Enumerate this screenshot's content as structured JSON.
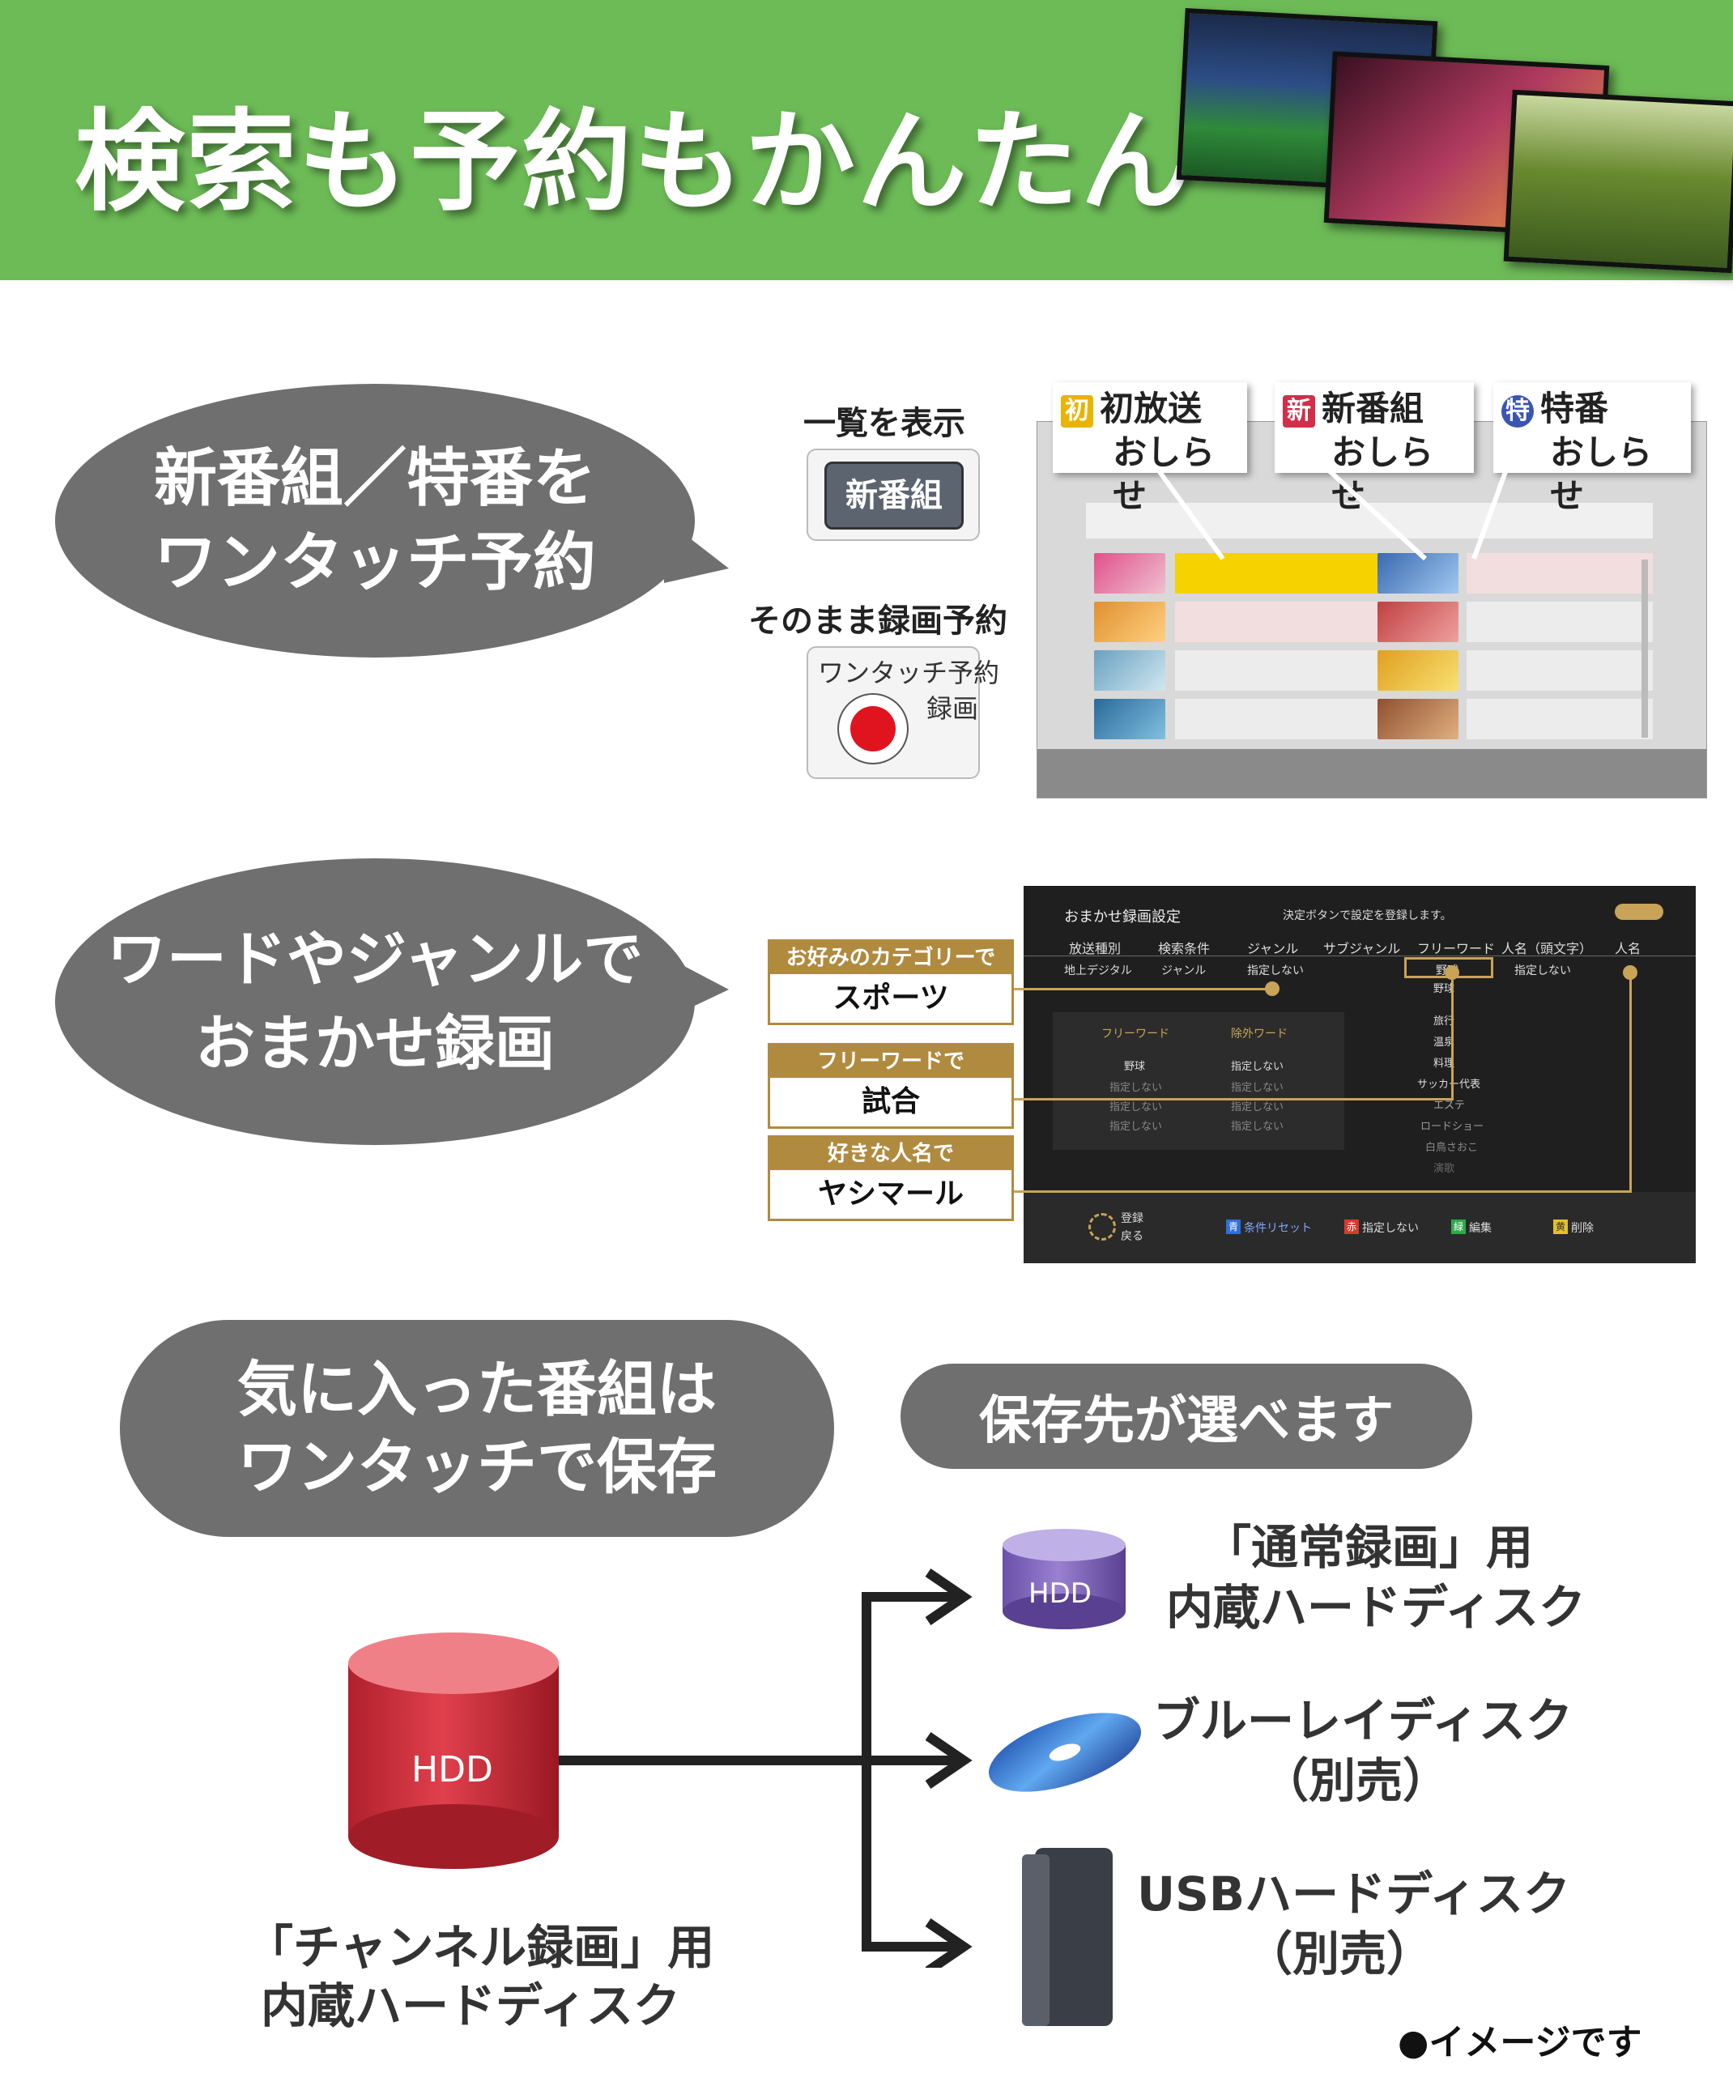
{
  "header": {
    "title": "検索も予約もかんたん"
  },
  "section1": {
    "bubble_line1": "新番組／特番を",
    "bubble_line2": "ワンタッチ予約",
    "list_label": "一覧を表示",
    "list_button": "新番組",
    "record_label": "そのまま録画予約",
    "record_button_line1": "ワンタッチ予約",
    "record_button_line2": "録画",
    "callouts": [
      {
        "mark": "初",
        "mark_color": "#e8b400",
        "line1": "初放送",
        "line2": "おしらせ"
      },
      {
        "mark": "新",
        "mark_color": "#d22e4a",
        "line1": "新番組",
        "line2": "おしらせ"
      },
      {
        "mark": "特",
        "mark_color": "#3a55b0",
        "line1": "特番",
        "line2": "おしらせ"
      }
    ]
  },
  "section2": {
    "bubble_line1": "ワードやジャンルで",
    "bubble_line2": "おまかせ録画",
    "screen_title": "おまかせ録画設定",
    "screen_hint": "決定ボタンで設定を登録します。",
    "columns": [
      "放送種別",
      "検索条件",
      "ジャンル",
      "サブジャンル",
      "フリーワード",
      "人名（頭文字）",
      "人名"
    ],
    "row_values": [
      "地上デジタル",
      "ジャンル",
      "指定しない",
      "野球",
      "指定しない"
    ],
    "word_list": [
      "野球",
      "旅行",
      "温泉",
      "料理",
      "サッカー代表",
      "エステ",
      "ロードショー",
      "白鳥さおこ",
      "演歌"
    ],
    "panel_headers": [
      "フリーワード",
      "除外ワード"
    ],
    "panel_rows": [
      [
        "野球",
        "指定しない"
      ],
      [
        "指定しない",
        "指定しない"
      ],
      [
        "指定しない",
        "指定しない"
      ],
      [
        "指定しない",
        "指定しない"
      ]
    ],
    "footer": {
      "register": "登録",
      "back": "戻る",
      "reset": "条件リセット",
      "none": "指定しない",
      "edit": "編集",
      "delete": "削除",
      "reset_key": "青",
      "none_key": "赤",
      "edit_key": "緑",
      "delete_key": "黄"
    },
    "labels": [
      {
        "head": "お好みのカテゴリーで",
        "value": "スポーツ"
      },
      {
        "head": "フリーワードで",
        "value": "試合"
      },
      {
        "head": "好きな人名で",
        "value": "ヤシマール"
      }
    ]
  },
  "section3": {
    "bubble_line1": "気に入った番組は",
    "bubble_line2": "ワンタッチで保存",
    "dest_bubble": "保存先が選べます",
    "source_hdd_label": "HDD",
    "source_caption_line1": "「チャンネル録画」用",
    "source_caption_line2": "内蔵ハードディスク",
    "destinations": [
      {
        "icon": "hdd",
        "badge": "HDD",
        "line1": "「通常録画」用",
        "line2": "内蔵ハードディスク"
      },
      {
        "icon": "bluray",
        "line1": "ブルーレイディスク",
        "line2": "（別売）"
      },
      {
        "icon": "usb-hdd",
        "line1": "USBハードディスク",
        "line2": "（別売）"
      }
    ]
  },
  "footnote": "●イメージです"
}
